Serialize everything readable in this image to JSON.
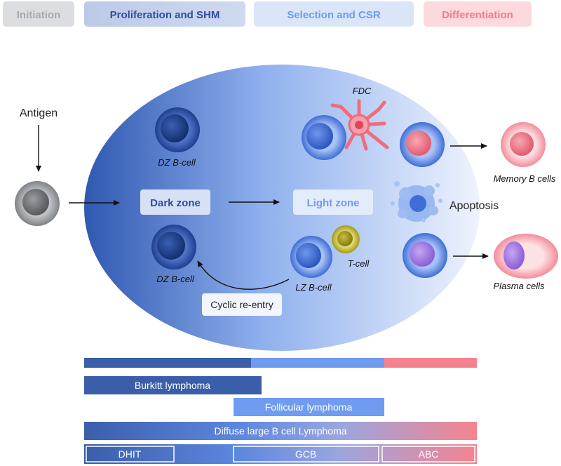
{
  "stages": {
    "initiation": "Initiation",
    "proliferation": "Proliferation and SHM",
    "selection": "Selection and CSR",
    "differentiation": "Differentiation"
  },
  "labels": {
    "antigen": "Antigen",
    "dz_cell_top": "DZ B-cell",
    "dz_cell_bottom": "DZ B-cell",
    "dark_zone": "Dark zone",
    "light_zone": "Light zone",
    "fdc": "FDC",
    "t_cell": "T-cell",
    "lz_cell": "LZ B-cell",
    "cyclic_reentry": "Cyclic re-entry",
    "apoptosis": "Apoptosis",
    "memory_b_cells": "Memory B cells",
    "plasma_cells": "Plasma cells"
  },
  "lymphomas": {
    "burkitt": "Burkitt lymphoma",
    "follicular": "Follicular lymphoma",
    "dlbcl": "Diffuse large B cell  Lymphoma",
    "dhit": "DHIT",
    "gcb": "GCB",
    "abc": "ABC"
  },
  "colors": {
    "initiation": "#dcdde0",
    "proliferation": "#3b5eab",
    "selection": "#6f9bf0",
    "differentiation": "#f5838f"
  }
}
